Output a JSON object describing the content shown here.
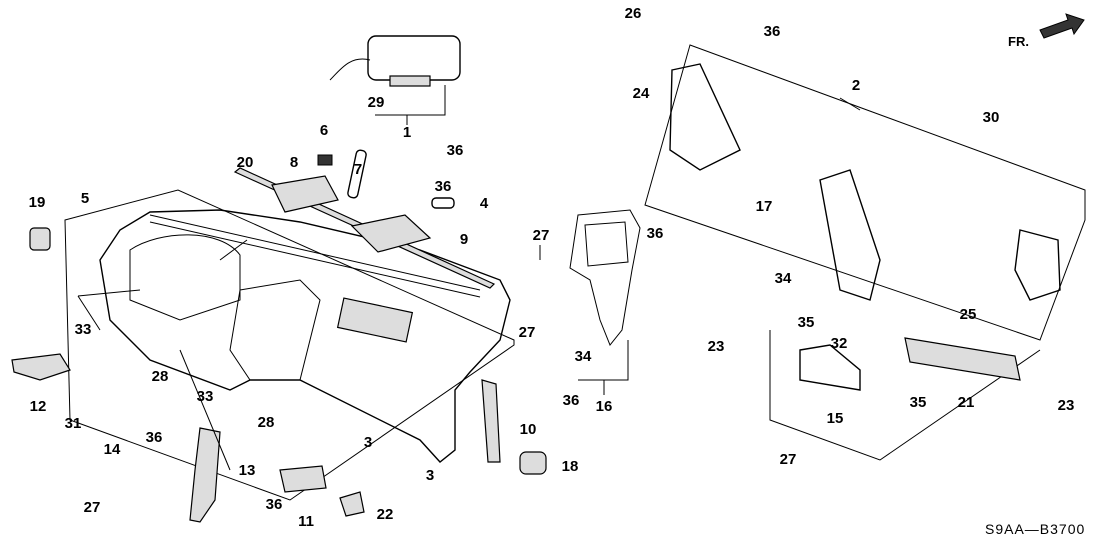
{
  "diagram_code": "S9AA—B3700",
  "direction_indicator": "FR.",
  "labels": [
    "26",
    "36",
    "24",
    "2",
    "30",
    "29",
    "1",
    "6",
    "36",
    "7",
    "36",
    "4",
    "20",
    "8",
    "9",
    "19",
    "5",
    "27",
    "36",
    "17",
    "34",
    "35",
    "32",
    "25",
    "23",
    "23",
    "35",
    "21",
    "15",
    "16",
    "36",
    "34",
    "27",
    "33",
    "28",
    "12",
    "31",
    "36",
    "14",
    "33",
    "28",
    "3",
    "3",
    "10",
    "18",
    "13",
    "27",
    "36",
    "11",
    "22",
    "27"
  ]
}
